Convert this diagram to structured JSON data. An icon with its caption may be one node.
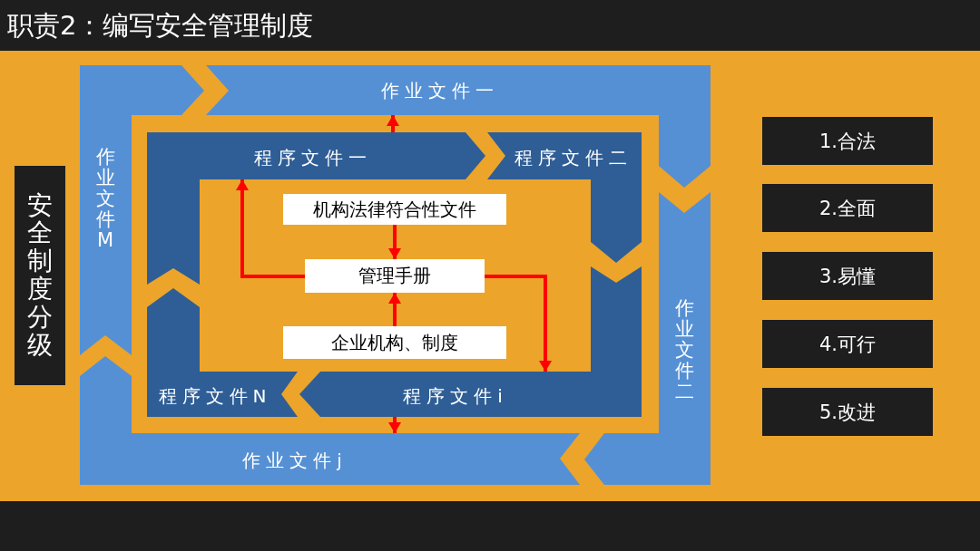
{
  "diagram": {
    "title": "职责2：编写安全管理制度",
    "nodes": [
      {
        "text": [
          "安全制度分级"
        ]
      },
      {
        "text": [
          "作业文件一"
        ]
      },
      {
        "text": [
          "作业文件M"
        ]
      },
      {
        "text": [
          "程序文件一"
        ]
      },
      {
        "text": [
          "程序文件二"
        ]
      },
      {
        "text": [
          "机构法律符合性文件"
        ]
      },
      {
        "text": [
          "管理手册"
        ]
      },
      {
        "text": [
          "企业机构、制度"
        ]
      },
      {
        "text": [
          "作业文件二"
        ]
      },
      {
        "text": [
          "程序文件N"
        ]
      },
      {
        "text": [
          "程序文件i"
        ]
      },
      {
        "text": [
          "作业文件j"
        ]
      },
      {
        "text": [
          "1.合法"
        ]
      },
      {
        "text": [
          "2.全面"
        ]
      },
      {
        "text": [
          "3.易懂"
        ]
      },
      {
        "text": [
          "4.可行"
        ]
      },
      {
        "text": [
          "5.改进"
        ]
      }
    ],
    "edges": [
      {
        "from": 5,
        "to": 6,
        "arrow": "to"
      },
      {
        "from": 7,
        "to": 6,
        "arrow": "to"
      },
      {
        "from": 6,
        "to": 3,
        "arrow": "to"
      },
      {
        "from": 6,
        "to": 10,
        "arrow": "to"
      },
      {
        "from": 3,
        "to": 1,
        "arrow": "to"
      },
      {
        "from": 10,
        "to": 11,
        "arrow": "to"
      }
    ]
  }
}
